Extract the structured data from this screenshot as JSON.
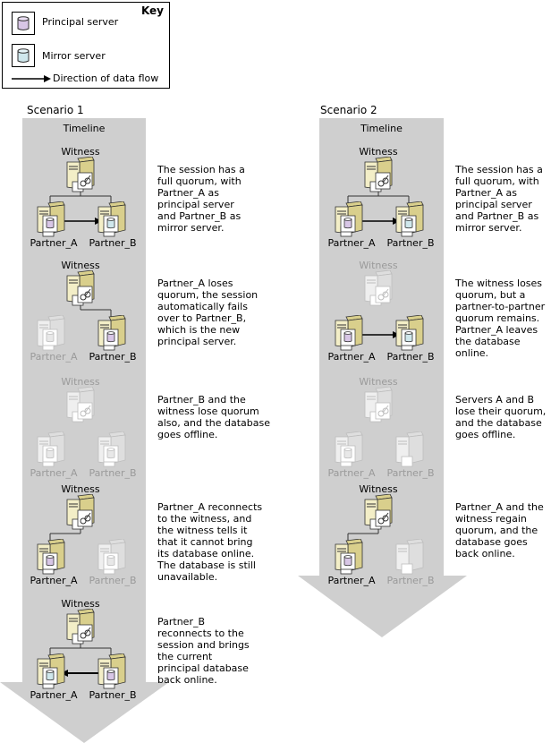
{
  "key": {
    "title": "Key",
    "principal_label": "Principal server",
    "mirror_label": "Mirror server",
    "flow_label": "Direction of data flow"
  },
  "scenario1": {
    "title": "Scenario 1",
    "timeline": "Timeline",
    "steps": [
      {
        "witness": "Witness",
        "a": "Partner_A",
        "b": "Partner_B",
        "caption": "The session has a\nfull quorum, with\nPartner_A as\nprincipal server\nand Partner_B as\nmirror server."
      },
      {
        "witness": "Witness",
        "a": "Partner_A",
        "b": "Partner_B",
        "caption": "Partner_A loses\nquorum, the session\nautomatically fails\nover to Partner_B,\nwhich is the new\nprincipal server."
      },
      {
        "witness": "Witness",
        "a": "Partner_A",
        "b": "Partner_B",
        "caption": "Partner_B and the\nwitness lose quorum\nalso, and the database\ngoes offline."
      },
      {
        "witness": "Witness",
        "a": "Partner_A",
        "b": "Partner_B",
        "caption": "Partner_A reconnects\nto the witness, and\nthe witness tells it\nthat it cannot bring\nits database online.\nThe database is still\nunavailable."
      },
      {
        "witness": "Witness",
        "a": "Partner_A",
        "b": "Partner_B",
        "caption": "Partner_B\nreconnects to the\nsession and brings\nthe current\nprincipal database\nback online."
      }
    ]
  },
  "scenario2": {
    "title": "Scenario 2",
    "timeline": "Timeline",
    "steps": [
      {
        "witness": "Witness",
        "a": "Partner_A",
        "b": "Partner_B",
        "caption": "The session has a\nfull quorum, with\nPartner_A as\nprincipal server\nand Partner_B as\nmirror server."
      },
      {
        "witness": "Witness",
        "a": "Partner_A",
        "b": "Partner_B",
        "caption": "The witness loses\nquorum, but a\npartner-to-partner\nquorum remains.\nPartner_A leaves\nthe database\nonline."
      },
      {
        "witness": "Witness",
        "a": "Partner_A",
        "b": "Partner_B",
        "caption": "Servers A and B\nlose their quorum,\nand the database\ngoes offline."
      },
      {
        "witness": "Witness",
        "a": "Partner_A",
        "b": "Partner_B",
        "caption": "Partner_A and the\nwitness regain\nquorum, and the\ndatabase goes\nback online."
      }
    ]
  },
  "colors": {
    "timeline_gray": "#cfcfcf",
    "server_body": "#f3eec7",
    "server_side": "#d9cf8c",
    "server_stroke": "#333333",
    "principal_db": "#d8c6e6",
    "mirror_db": "#cfe7ec",
    "faded": "#bdbdbd"
  }
}
